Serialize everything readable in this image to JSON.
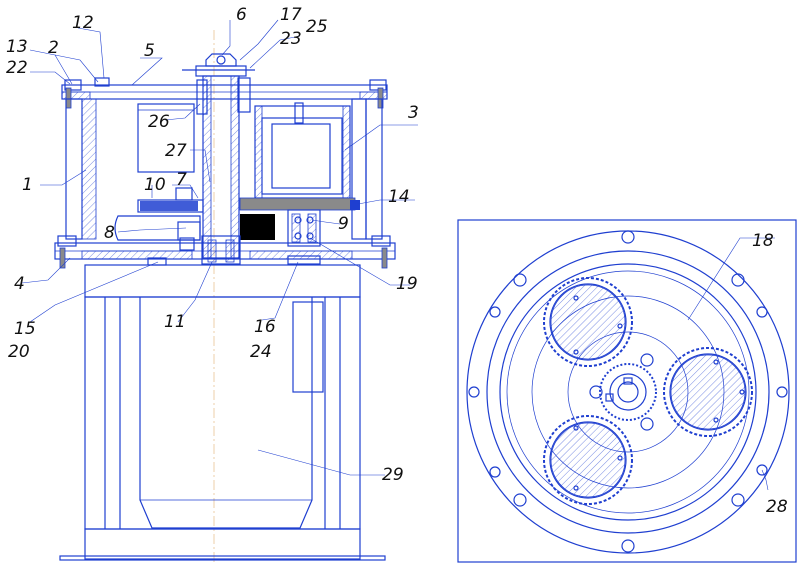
{
  "labels": {
    "l1": "1",
    "l2": "2",
    "l3": "3",
    "l4": "4",
    "l5": "5",
    "l6": "6",
    "l7": "7",
    "l8": "8",
    "l9": "9",
    "l10": "10",
    "l11": "11",
    "l12": "12",
    "l13": "13",
    "l14": "14",
    "l15": "15",
    "l16": "16",
    "l17": "17",
    "l18": "18",
    "l19": "19",
    "l20": "20",
    "l22": "22",
    "l23": "23",
    "l24": "24",
    "l25": "25",
    "l26": "26",
    "l27": "27",
    "l28": "28",
    "l29": "29"
  },
  "colors": {
    "line": "#1f3fd0",
    "centerline": "#e0b070",
    "text": "#111111"
  }
}
